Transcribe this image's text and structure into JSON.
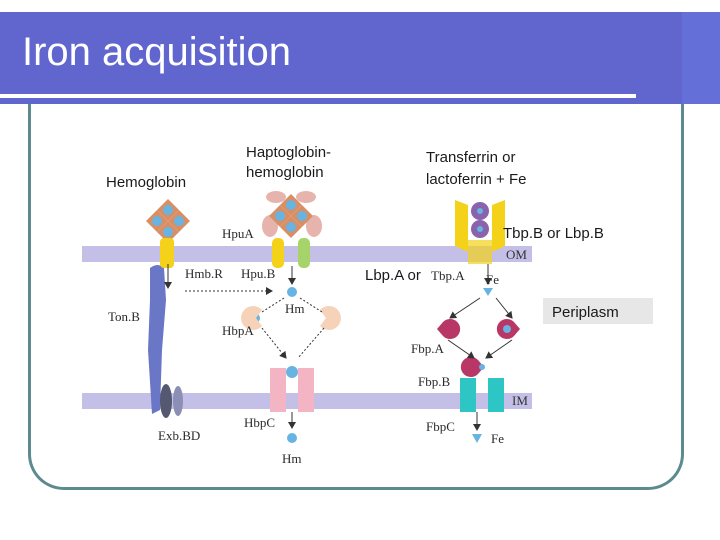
{
  "slide": {
    "title": "Iron acquisition"
  },
  "diagram": {
    "labels": {
      "hemoglobin": "Hemoglobin",
      "haptoglobin_line1": "Haptoglobin-",
      "haptoglobin_line2": "hemoglobin",
      "transferrin_line1": "Transferrin or",
      "transferrin_line2": "lactoferrin + Fe",
      "tbpb": "Tbp.B or Lbp.B",
      "om": "OM",
      "im": "IM",
      "hpua": "HpuA",
      "hmbr": "Hmb.R",
      "hpub": "Hpu.B",
      "lbpa_prefix": "Lbp.A or",
      "tbpa": "Tbp.A",
      "fe_top": "Fe",
      "hm_mid": "Hm",
      "tonb": "Ton.B",
      "hbpa": "HbpA",
      "periplasm": "Periplasm",
      "fbpa": "Fbp.A",
      "fbpb": "Fbp.B",
      "exbbd": "Exb.BD",
      "hbpc": "HbpC",
      "fbpc": "FbpC",
      "fe_bottom": "Fe",
      "hm_bottom": "Hm"
    },
    "colors": {
      "membrane": "#c4bfe6",
      "tonb": "#6a76c6",
      "receptor_yellow": "#f4d21a",
      "hpub_green": "#a7d46a",
      "heme": "#67b3e2",
      "hb_orange": "#d98f66",
      "hp_pink": "#e6b4ad",
      "transferrin": "#8a63ad",
      "lobe_peach": "#f6d3b8",
      "fbpa_magenta": "#b83766",
      "hbpc_pink": "#f3b4c4",
      "fbpc_teal": "#2ec6c4"
    }
  }
}
